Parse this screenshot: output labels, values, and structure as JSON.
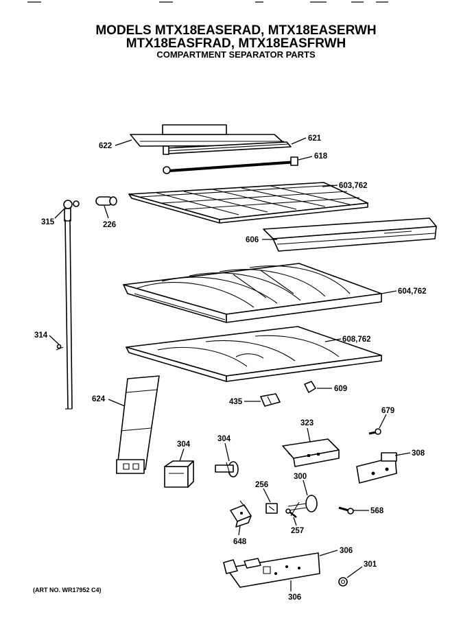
{
  "header": {
    "line1": "MODELS MTX18EASERAD, MTX18EASERWH",
    "line2": "MTX18EASFRAD, MTX18EASFRWH",
    "line3": "COMPARTMENT SEPARATOR PARTS"
  },
  "art_number": "(ART NO. WR17952 C4)",
  "callouts": {
    "c622": "622",
    "c621": "621",
    "c618": "618",
    "c603": "603,762",
    "c315": "315",
    "c226": "226",
    "c606": "606",
    "c604": "604,762",
    "c314": "314",
    "c608": "608,762",
    "c624": "624",
    "c609": "609",
    "c435": "435",
    "c679": "679",
    "c323": "323",
    "c308": "308",
    "c304a": "304",
    "c304b": "304",
    "c256": "256",
    "c300": "300",
    "c568": "568",
    "c648": "648",
    "c257": "257",
    "c306a": "306",
    "c301": "301",
    "c306b": "306"
  }
}
